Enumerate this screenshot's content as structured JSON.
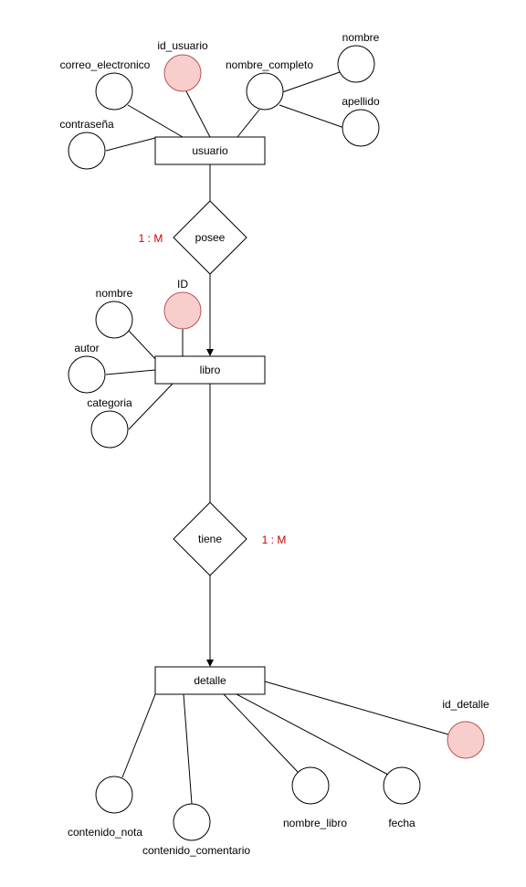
{
  "diagram": {
    "entities": {
      "usuario": "usuario",
      "libro": "libro",
      "detalle": "detalle"
    },
    "relationships": {
      "posee": "posee",
      "tiene": "tiene"
    },
    "cardinalities": {
      "posee": "1 : M",
      "tiene": "1 : M"
    },
    "attributes": {
      "usuario": {
        "id_usuario": "id_usuario",
        "correo_electronico": "correo_electronico",
        "contrasena": "contraseña",
        "nombre_completo": "nombre_completo",
        "nombre": "nombre",
        "apellido": "apellido"
      },
      "libro": {
        "id": "ID",
        "nombre": "nombre",
        "autor": "autor",
        "categoria": "categoria"
      },
      "detalle": {
        "id_detalle": "id_detalle",
        "contenido_nota": "contenido_nota",
        "contenido_comentario": "contenido_comentario",
        "nombre_libro": "nombre_libro",
        "fecha": "fecha"
      }
    },
    "colors": {
      "key_attribute_fill": "#f8cecc",
      "key_attribute_stroke": "#b85450",
      "cardinality_text": "#cc0000"
    }
  }
}
